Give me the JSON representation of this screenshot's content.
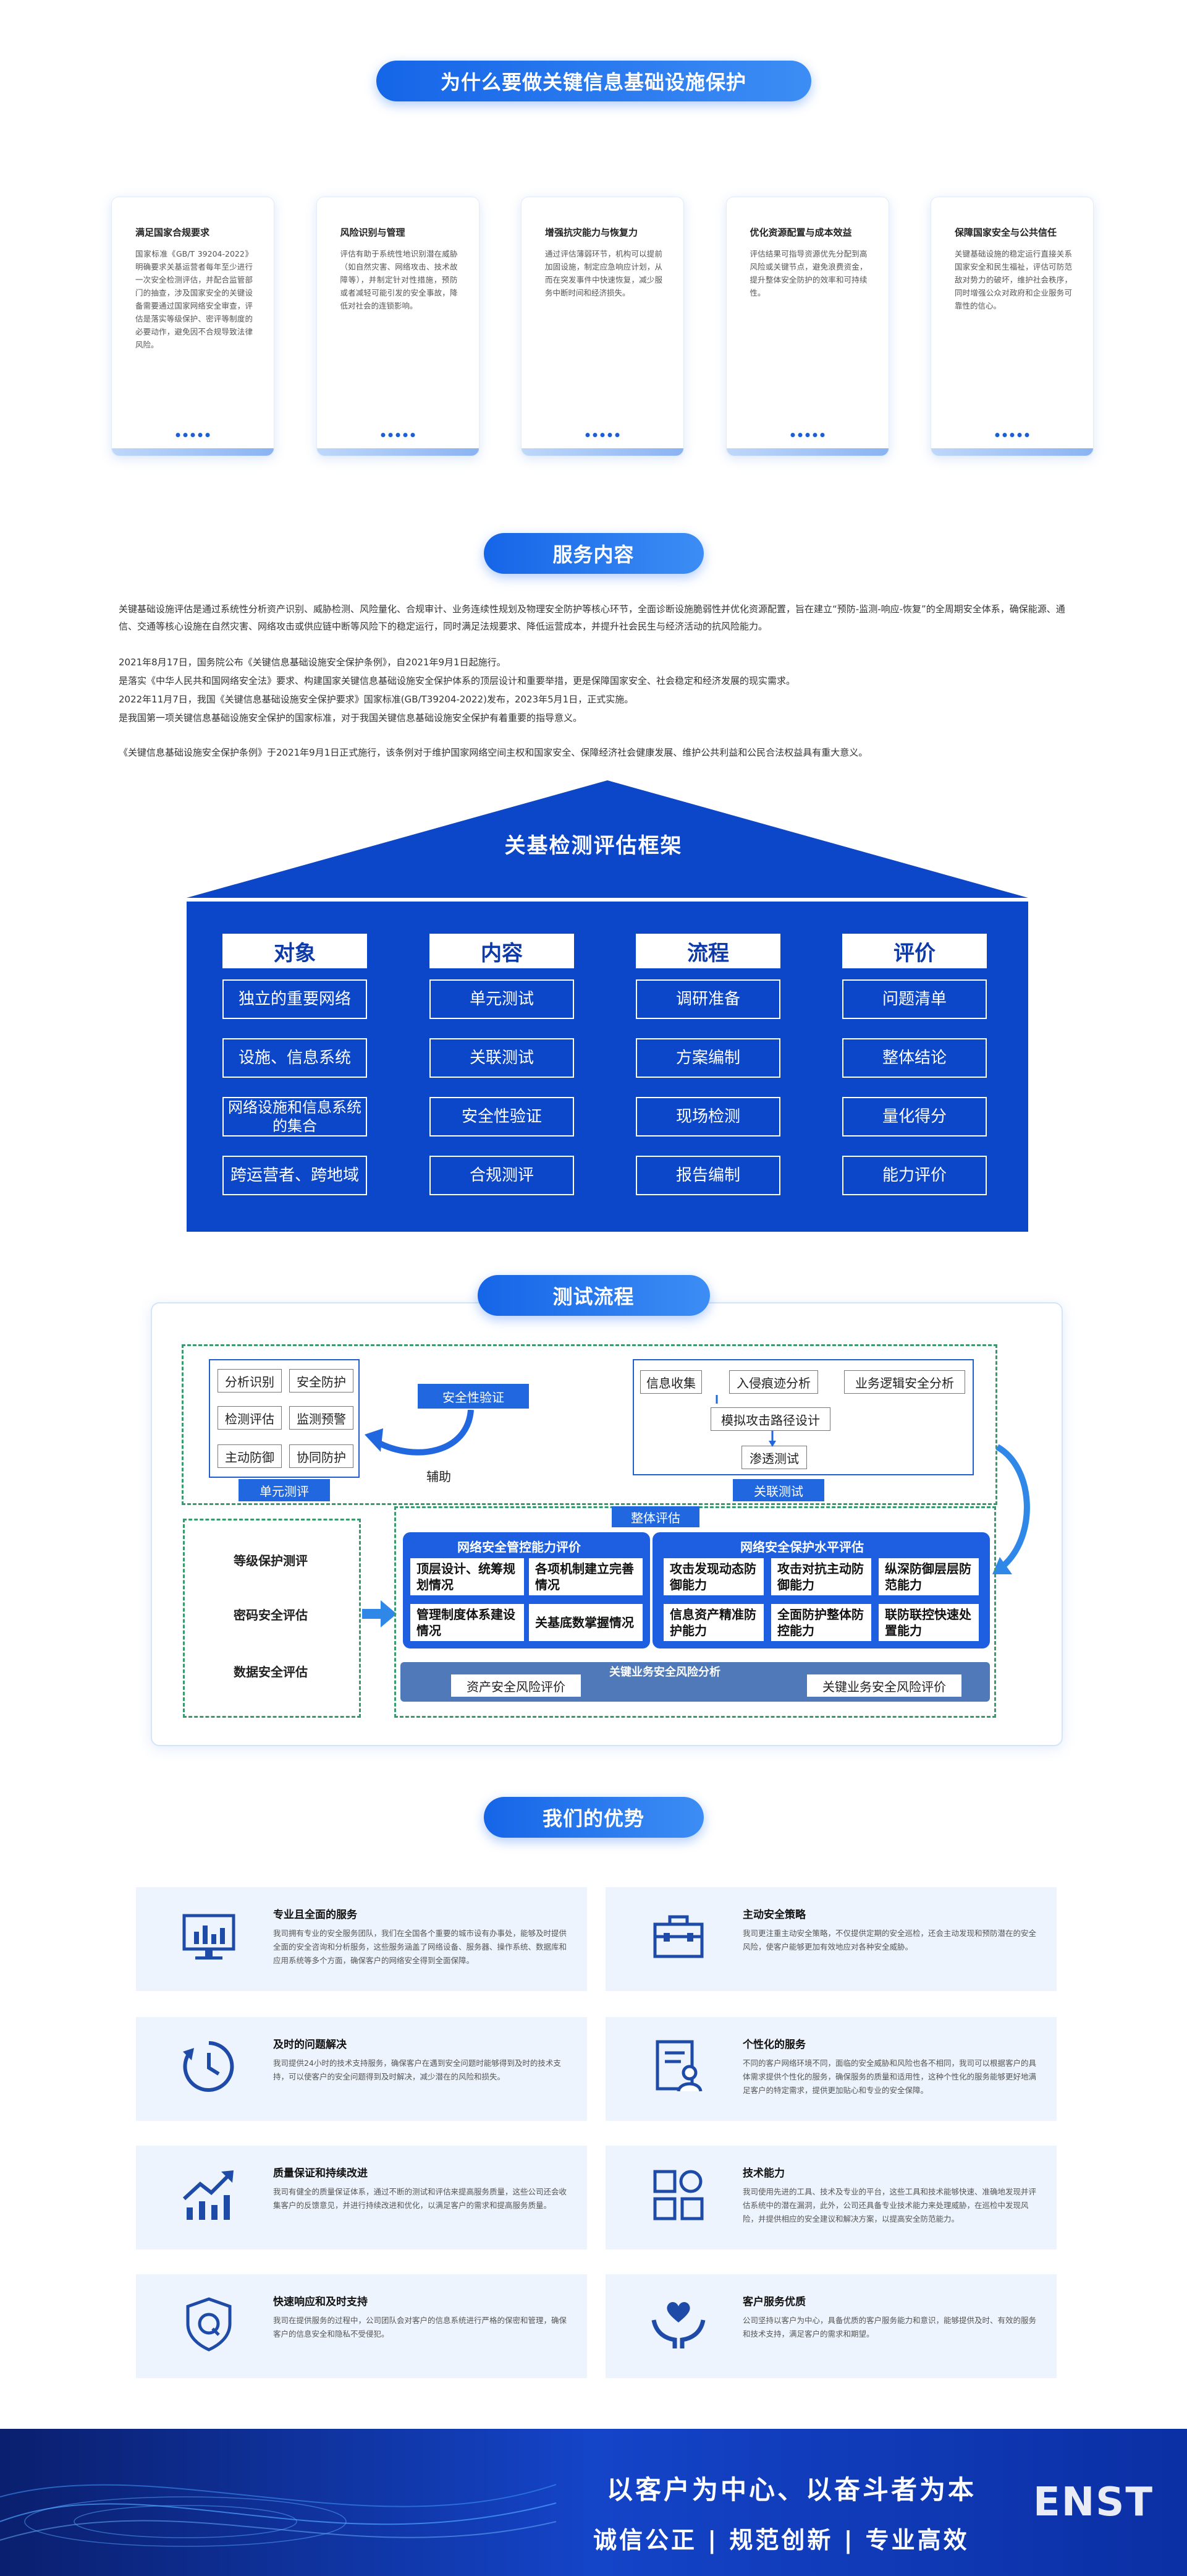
{
  "section1": {
    "title": "为什么要做关键信息基础设施保护",
    "cards": [
      {
        "title": "满足国家合规要求",
        "text": "国家标准《GB/T 39204-2022》明确要求关基运营者每年至少进行一次安全检测评估，并配合监管部门的抽查，涉及国家安全的关键设备需要通过国家网络安全审查，评估是落实等级保护、密评等制度的必要动作，避免因不合规导致法律风险。"
      },
      {
        "title": "风险识别与管理",
        "text": "评估有助于系统性地识别潜在威胁（如自然灾害、网络攻击、技术故障等），并制定针对性措施，预防或者减轻可能引发的安全事故，降低对社会的连锁影响。"
      },
      {
        "title": "增强抗灾能力与恢复力",
        "text": "通过评估薄弱环节，机构可以提前加固设施，制定应急响应计划，从而在突发事件中快速恢复，减少服务中断时间和经济损失。"
      },
      {
        "title": "优化资源配置与成本效益",
        "text": "评估结果可指导资源优先分配到高风险或关键节点，避免浪费资金，提升整体安全防护的效率和可持续性。"
      },
      {
        "title": "保障国家安全与公共信任",
        "text": "关键基础设施的稳定运行直接关系国家安全和民生福祉，评估可防范敌对势力的破坏，维护社会秩序，同时增强公众对政府和企业服务可靠性的信心。"
      }
    ]
  },
  "section2": {
    "title": "服务内容",
    "paragraphs": [
      "关键基础设施评估是通过系统性分析资产识别、威胁检测、风险量化、合规审计、业务连续性规划及物理安全防护等核心环节，全面诊断设施脆弱性并优化资源配置，旨在建立“预防-监测-响应-恢复”的全周期安全体系，确保能源、通信、交通等核心设施在自然灾害、网络攻击或供应链中断等风险下的稳定运行，同时满足法规要求、降低运营成本，并提升社会民生与经济活动的抗风险能力。",
      "2021年8月17日，国务院公布《关键信息基础设施安全保护条例》，自2021年9月1日起施行。",
      "是落实《中华人民共和国网络安全法》要求、构建国家关键信息基础设施安全保护体系的顶层设计和重要举措，更是保障国家安全、社会稳定和经济发展的现实需求。",
      "2022年11月7日，我国《关键信息基础设施安全保护要求》国家标准(GB/T39204-2022)发布，2023年5月1日，正式实施。",
      "是我国第一项关键信息基础设施安全保护的国家标准，对于我国关键信息基础设施安全保护有着重要的指导意义。",
      "《关键信息基础设施安全保护条例》于2021年9月1日正式施行，该条例对于维护国家网络空间主权和国家安全、保障经济社会健康发展、维护公共利益和公民合法权益具有重大意义。"
    ]
  },
  "framework": {
    "title": "关基检测评估框架",
    "columns": [
      {
        "head": "对象",
        "items": [
          "独立的重要网络",
          "设施、信息系统",
          "网络设施和信息系统的集合",
          "跨运营者、跨地域"
        ]
      },
      {
        "head": "内容",
        "items": [
          "单元测试",
          "关联测试",
          "安全性验证",
          "合规测评"
        ]
      },
      {
        "head": "流程",
        "items": [
          "调研准备",
          "方案编制",
          "现场检测",
          "报告编制"
        ]
      },
      {
        "head": "评价",
        "items": [
          "问题清单",
          "整体结论",
          "量化得分",
          "能力评价"
        ]
      }
    ]
  },
  "flow": {
    "title": "测试流程",
    "unit_chips": [
      "分析识别",
      "安全防护",
      "检测评估",
      "监测预警",
      "主动防御",
      "协同防护"
    ],
    "unit_label": "单元测评",
    "security_verify": "安全性验证",
    "assist": "辅助",
    "assoc_chips": [
      "信息收集",
      "入侵痕迹分析",
      "业务逻辑安全分析",
      "模拟攻击路径设计",
      "渗透测试"
    ],
    "assoc_label": "关联测试",
    "left_items": [
      "等级保护测评",
      "密码安全评估",
      "数据安全评估"
    ],
    "overall_label": "整体评估",
    "panel_a_title": "网络安全管控能力评价",
    "panel_a_cells": [
      "顶层设计、统筹规划情况",
      "各项机制建立完善情况",
      "管理制度体系建设情况",
      "关基底数掌握情况"
    ],
    "panel_b_title": "网络安全保护水平评估",
    "panel_b_cells": [
      "攻击发现动态防御能力",
      "攻击对抗主动防御能力",
      "纵深防御层层防范能力",
      "信息资产精准防护能力",
      "全面防护整体防控能力",
      "联防联控快速处置能力"
    ],
    "risk_title": "关键业务安全风险分析",
    "risk_left": "资产安全风险评价",
    "risk_right": "关键业务安全风险评价"
  },
  "advantages": {
    "title": "我们的优势",
    "items": [
      {
        "icon": "monitor-chart-icon",
        "title": "专业且全面的服务",
        "text": "我司拥有专业的安全服务团队，我们在全国各个重要的城市设有办事处，能够及时提供全面的安全咨询和分析服务，这些服务涵盖了网络设备、服务器、操作系统、数据库和应用系统等多个方面，确保客户的网络安全得到全面保障。"
      },
      {
        "icon": "toolbox-icon",
        "title": "主动安全策略",
        "text": "我司更注重主动安全策略，不仅提供定期的安全巡检，还会主动发现和预防潜在的安全风险，使客户能够更加有效地应对各种安全威胁。"
      },
      {
        "icon": "clock-icon",
        "title": "及时的问题解决",
        "text": "我司提供24小时的技术支持服务，确保客户在遇到安全问题时能够得到及时的技术支持，可以使客户的安全问题得到及时解决，减少潜在的风险和损失。"
      },
      {
        "icon": "document-user-icon",
        "title": "个性化的服务",
        "text": "不同的客户网络环境不同，面临的安全威胁和风险也各不相同，我司可以根据客户的具体需求提供个性化的服务，确保服务的质量和适用性，这种个性化的服务能够更好地满足客户的特定需求，提供更加贴心和专业的安全保障。"
      },
      {
        "icon": "growth-chart-icon",
        "title": "质量保证和持续改进",
        "text": "我司有健全的质量保证体系，通过不断的测试和评估来提高服务质量，这些公司还会收集客户的反馈意见，并进行持续改进和优化，以满足客户的需求和提高服务质量。"
      },
      {
        "icon": "grid-apps-icon",
        "title": "技术能力",
        "text": "我司使用先进的工具、技术及专业的平台，这些工具和技术能够快速、准确地发现并评估系统中的潜在漏洞，此外，公司还具备专业技术能力来处理威胁，在巡检中发现风险，并提供相应的安全建议和解决方案，以提高安全防范能力。"
      },
      {
        "icon": "shield-q-icon",
        "title": "快速响应和及时支持",
        "text": "我司在提供服务的过程中，公司团队会对客户的信息系统进行严格的保密和管理，确保客户的信息安全和隐私不受侵犯。"
      },
      {
        "icon": "heart-hands-icon",
        "title": "客户服务优质",
        "text": "公司坚持以客户为中心，具备优质的客户服务能力和意识，能够提供及时、有效的服务和技术支持，满足客户的需求和期望。"
      }
    ]
  },
  "footer": {
    "slogan1": "以客户为中心、以奋斗者为本",
    "slogan2": "诚信公正 | 规范创新 | 专业高效",
    "logo": "ENST"
  }
}
